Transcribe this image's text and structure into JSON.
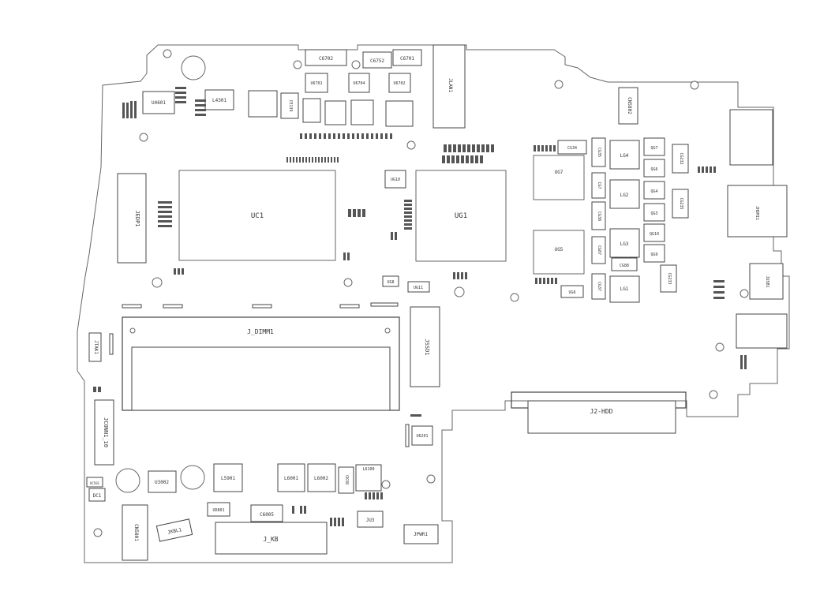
{
  "labels": {
    "uc1": "UC1",
    "ug1": "UG1",
    "j_dimm1": "J_DIMM1",
    "j2_hdd": "J2-HDD",
    "j_kb": "J_KB",
    "jedp1": "JEDP1",
    "jssd1": "JSSD1",
    "jconn1_10": "JCONN1_10",
    "jtak1": "JTAK1",
    "jpwr1": "JPWR1",
    "jkbl1": "JKBL1",
    "jusb1": "JUSB1",
    "cn5801": "CN5801",
    "cn5802": "CN5802",
    "jhdmi1": "JHDMI1",
    "jlan1": "JLAN1",
    "ju3": "JU3",
    "uc501": "UC501",
    "dc1": "DC1",
    "u3002": "U3002",
    "l5901": "L5901",
    "l6001": "L6001",
    "l6002": "L6002",
    "c6005": "C6005",
    "ud801": "UD801",
    "l6100": "L6100",
    "u6201": "U6201",
    "ck38": "CK38",
    "c6702": "C6702",
    "c6752": "C6752",
    "c6701": "C6701",
    "u6701": "U6701",
    "u6704": "U6704",
    "u6702": "U6702",
    "u4601": "U4601",
    "l4301": "L4301",
    "ce139": "CE139",
    "ug10": "UG10",
    "ug8": "UG8",
    "ug11": "UG11",
    "ug7": "UG7",
    "ug5": "UG5",
    "ug6": "UG6",
    "qg7": "QG7",
    "qg6": "QG6",
    "qg4": "QG4",
    "qg3": "QG3",
    "qg10": "QG10",
    "qg9": "QG9",
    "lg4": "LG4",
    "lg2": "LG2",
    "lg3": "LG3",
    "lg1": "LG1",
    "cg34": "CG34",
    "cg35": "CG35",
    "cg37": "CG37",
    "cg38": "CG38",
    "cg87": "CG87",
    "cg88": "CG88",
    "cg233": "CG233",
    "cg235": "CG235",
    "cg232": "CG232",
    "cg7": "CG7"
  }
}
